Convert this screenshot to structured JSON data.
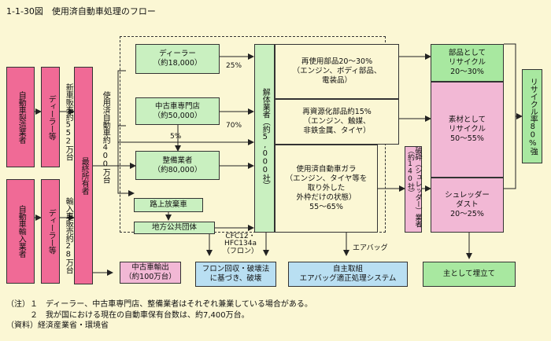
{
  "title": "1-1-30図　使用済自動車処理のフロー",
  "sources": {
    "manufacturers": "自動車製造業者",
    "dealers1": "ディーラー等",
    "importers": "自動車輸入業者",
    "dealers2": "ディーラー等"
  },
  "sales": {
    "domestic": "新車販売約552万台",
    "imported": "輸入車販売約28万台"
  },
  "owners": "最終所有者",
  "used_cars": "使用済自動車約400万台",
  "collectors": {
    "dealer": {
      "name": "ディーラー",
      "count": "（約18,000）"
    },
    "used_shop": {
      "name": "中古車専門店",
      "count": "（約50,000）"
    },
    "maintenance": {
      "name": "整備業者",
      "count": "（約80,000）"
    },
    "abandoned": "路上放棄車",
    "local_gov": "地方公共団体"
  },
  "percentages": {
    "p25": "25%",
    "p70": "70%",
    "p5": "5%"
  },
  "dismantlers": "解体業者（約5,000社）",
  "dismantling_outputs": {
    "reuse": [
      "再使用部品20～30%",
      "（エンジン、ボディ部品、",
      "電装品）"
    ],
    "recycle_parts": [
      "再資源化部品約15%",
      "（エンジン、触媒、",
      "非鉄金属、タイヤ）"
    ],
    "shell": [
      "使用済自動車ガラ",
      "（エンジン、タイヤ等を",
      "取り外した",
      "外枠だけの状態）",
      "55～65%"
    ]
  },
  "shredders": "破砕（シュレッダー）業者（約140社）",
  "recycle_outputs": {
    "parts": [
      "部品として",
      "リサイクル",
      "20～30%"
    ],
    "materials": [
      "素材として",
      "リサイクル",
      "50～55%"
    ],
    "dust": [
      "シュレッダー",
      "ダスト",
      "20～25%"
    ]
  },
  "recycle_rate": "リサイクル率80%強",
  "landfill": "主として埋立て",
  "export": [
    "中古車輸出",
    "（約100万台）"
  ],
  "flon_label": [
    "CFC12・",
    "HFC134a",
    "（フロン）"
  ],
  "airbag_label": "エアバッグ",
  "flon_box": [
    "フロン回収・破壊法",
    "に基づき、破壊"
  ],
  "airbag_box": [
    "自主取組",
    "エアバッグ適正処理システム"
  ],
  "notes": [
    "（注）１　ディーラー、中古車専門店、整備業者はそれぞれ兼業している場合がある。",
    "　　　２　我が国における現在の自動車保有台数は、約7,400万台。",
    "（資料）経済産業省・環境省"
  ]
}
